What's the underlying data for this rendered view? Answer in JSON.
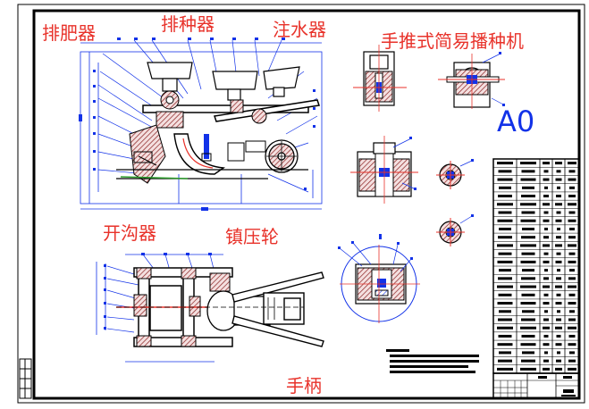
{
  "title": "手推式简易播种机",
  "sheet_size": "A0",
  "labels": {
    "fertilizer_meter": "排肥器",
    "seed_meter": "排种器",
    "water_injector": "注水器",
    "furrow_opener": "开沟器",
    "press_wheel": "镇压轮",
    "handle": "手柄"
  },
  "colors": {
    "outline": "#000000",
    "dimension": "#1232e8",
    "section": "#e8322a",
    "hatch": "#6a1a1a",
    "label": "#e8322a",
    "size_code": "#1232e8"
  }
}
